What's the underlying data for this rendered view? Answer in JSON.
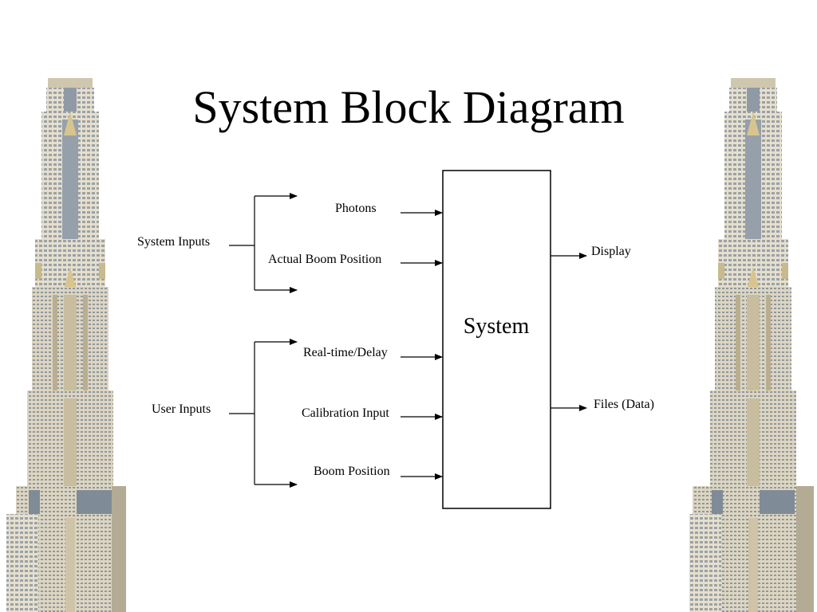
{
  "slide": {
    "title": "System Block Diagram"
  },
  "diagram": {
    "system_block_label": "System",
    "input_groups": [
      {
        "label": "System Inputs"
      },
      {
        "label": "User Inputs"
      }
    ],
    "inputs": [
      {
        "label": "Photons"
      },
      {
        "label": "Actual Boom Position"
      },
      {
        "label": "Real-time/Delay"
      },
      {
        "label": "Calibration Input"
      },
      {
        "label": "Boom Position"
      }
    ],
    "outputs": [
      {
        "label": "Display"
      },
      {
        "label": "Files (Data)"
      }
    ]
  },
  "decorations": {
    "left_image": "skyscraper-illustration",
    "right_image": "skyscraper-illustration",
    "colors": {
      "tower_body": "#e7e0cf",
      "tower_shadow": "#a9a18d",
      "tower_glass": "#8e9aa6",
      "tower_accent": "#d8c48e"
    }
  }
}
